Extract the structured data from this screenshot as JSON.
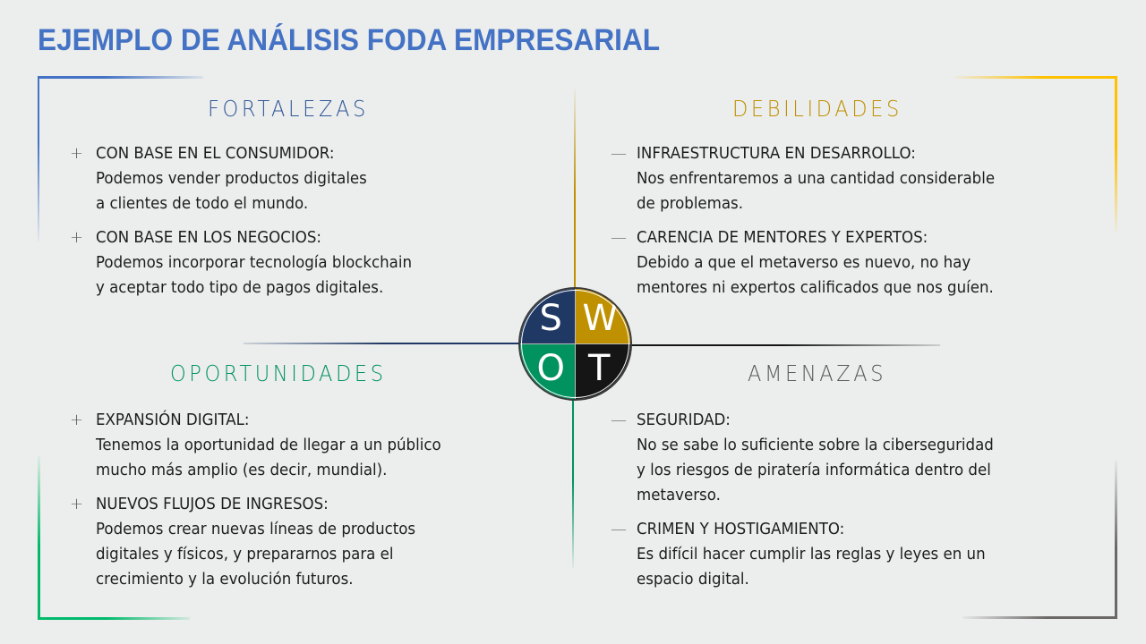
{
  "title": "EJEMPLO DE ANÁLISIS FODA EMPRESARIAL",
  "colors": {
    "title": "#4472c4",
    "strengths": "#1f3864",
    "weaknesses": "#bf9000",
    "opportunities": "#00925f",
    "threats": "#151515",
    "background": "#eceeed"
  },
  "swot_circle": {
    "s": "S",
    "w": "W",
    "o": "O",
    "t": "T"
  },
  "quadrants": {
    "strengths": {
      "heading": "FORTALEZAS",
      "marker": "+",
      "items": [
        {
          "title": "CON BASE EN EL CONSUMIDOR:",
          "body": "Podemos vender productos digitales\na clientes de todo el mundo."
        },
        {
          "title": "CON BASE EN LOS NEGOCIOS:",
          "body": "Podemos incorporar tecnología blockchain\ny aceptar todo tipo de pagos digitales."
        }
      ]
    },
    "weaknesses": {
      "heading": "DEBILIDADES",
      "marker": "—",
      "items": [
        {
          "title": "INFRAESTRUCTURA EN DESARROLLO:",
          "body": "Nos enfrentaremos a una cantidad considerable\nde problemas."
        },
        {
          "title": "CARENCIA DE MENTORES Y EXPERTOS:",
          "body": "Debido a que el metaverso es nuevo, no hay\nmentores ni expertos calificados que nos guíen."
        }
      ]
    },
    "opportunities": {
      "heading": "OPORTUNIDADES",
      "marker": "+",
      "items": [
        {
          "title": "EXPANSIÓN DIGITAL:",
          "body": "Tenemos la oportunidad de llegar a un público\nmucho más amplio (es decir, mundial)."
        },
        {
          "title": "NUEVOS FLUJOS DE INGRESOS:",
          "body": "Podemos crear nuevas líneas de productos\ndigitales y físicos, y prepararnos para el\ncrecimiento y la evolución futuros."
        }
      ]
    },
    "threats": {
      "heading": "AMENAZAS",
      "marker": "—",
      "items": [
        {
          "title": "SEGURIDAD:",
          "body": "No se sabe lo suficiente sobre la ciberseguridad\ny los riesgos de piratería informática dentro del\nmetaverso."
        },
        {
          "title": "CRIMEN Y HOSTIGAMIENTO:",
          "body": "Es difícil hacer cumplir las reglas y leyes en un\nespacio digital."
        }
      ]
    }
  }
}
